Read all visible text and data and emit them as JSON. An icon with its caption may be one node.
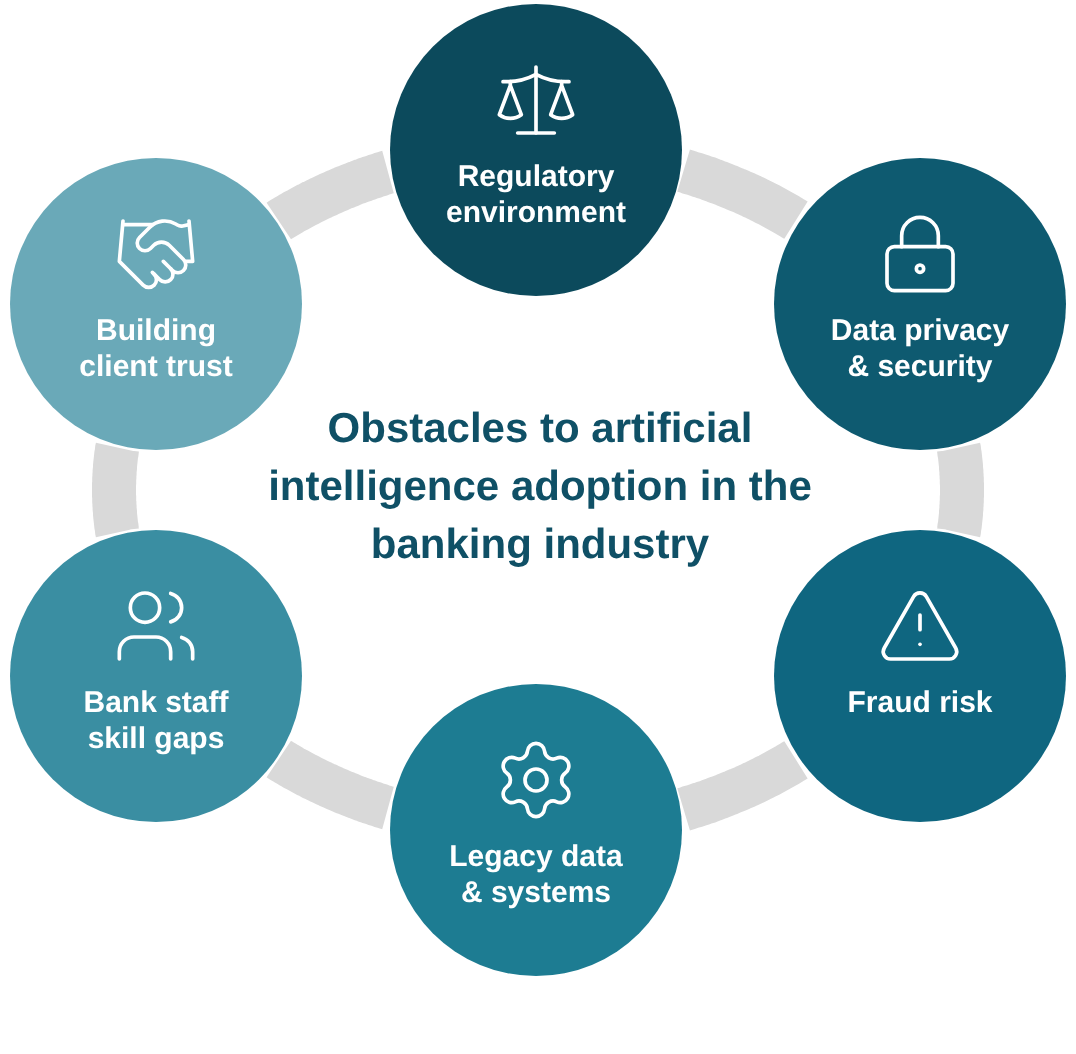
{
  "diagram": {
    "title": "Obstacles to artificial intelligence adoption in the banking industry",
    "nodes": [
      {
        "text": [
          "Regulatory environment"
        ]
      },
      {
        "text": [
          "Data privacy & security"
        ]
      },
      {
        "text": [
          "Fraud risk"
        ]
      },
      {
        "text": [
          "Legacy data & systems"
        ]
      },
      {
        "text": [
          "Bank staff skill gaps"
        ]
      },
      {
        "text": [
          "Building client trust"
        ]
      }
    ],
    "edges": [
      {
        "from": 0,
        "to": 1,
        "arrow": "none"
      },
      {
        "from": 1,
        "to": 2,
        "arrow": "none"
      },
      {
        "from": 2,
        "to": 3,
        "arrow": "none"
      },
      {
        "from": 3,
        "to": 4,
        "arrow": "none"
      },
      {
        "from": 4,
        "to": 5,
        "arrow": "none"
      },
      {
        "from": 5,
        "to": 0,
        "arrow": "none"
      }
    ]
  }
}
